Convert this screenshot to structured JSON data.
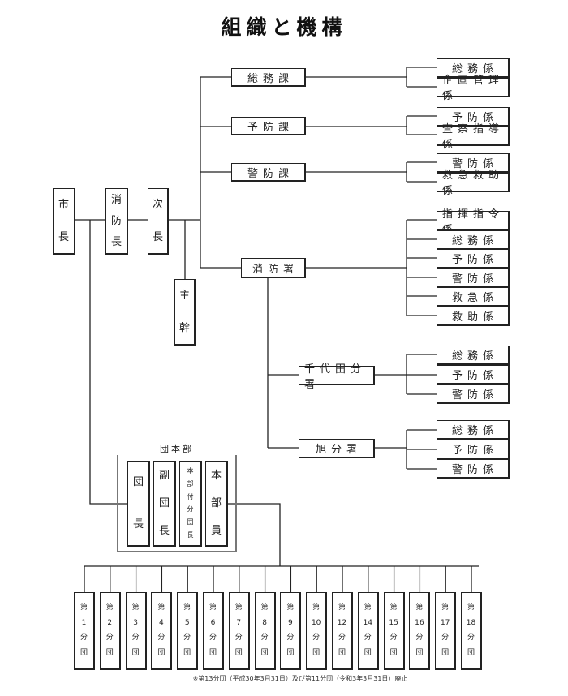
{
  "title": "組織と機構",
  "mayor": {
    "chars": [
      "市",
      "長"
    ]
  },
  "fire_chief": {
    "chars": [
      "消",
      "防",
      "長"
    ]
  },
  "deputy": {
    "chars": [
      "次",
      "長"
    ]
  },
  "chief_officer": {
    "chars": [
      "主",
      "幹"
    ]
  },
  "sections": [
    {
      "name": "総務課",
      "subs": [
        "総務係",
        "企画管理係"
      ]
    },
    {
      "name": "予防課",
      "subs": [
        "予防係",
        "査察指導係"
      ]
    },
    {
      "name": "警防課",
      "subs": [
        "警防係",
        "救急救助係"
      ]
    },
    {
      "name": "消防署",
      "subs": [
        "指揮指令係",
        "総務係",
        "予防係",
        "警防係",
        "救急係",
        "救助係"
      ]
    }
  ],
  "branches": [
    {
      "name": "千代田分署",
      "subs": [
        "総務係",
        "予防係",
        "警防係"
      ]
    },
    {
      "name": "旭分署",
      "subs": [
        "総務係",
        "予防係",
        "警防係"
      ]
    }
  ],
  "corps_hq": {
    "label": "団本部",
    "members": [
      {
        "chars": [
          "団",
          "長"
        ]
      },
      {
        "chars": [
          "副",
          "団",
          "長"
        ]
      },
      {
        "chars": [
          "本",
          "部",
          "付",
          "分",
          "団",
          "長"
        ]
      },
      {
        "chars": [
          "本",
          "部",
          "員"
        ]
      }
    ]
  },
  "units": [
    "1",
    "2",
    "3",
    "4",
    "5",
    "6",
    "7",
    "8",
    "9",
    "10",
    "12",
    "14",
    "15",
    "16",
    "17",
    "18"
  ],
  "unit_prefix": "第",
  "unit_suffix": [
    "分",
    "団"
  ],
  "footnote": "※第13分団（平成30年3月31日）及び第11分団（令和3年3月31日）廃止"
}
